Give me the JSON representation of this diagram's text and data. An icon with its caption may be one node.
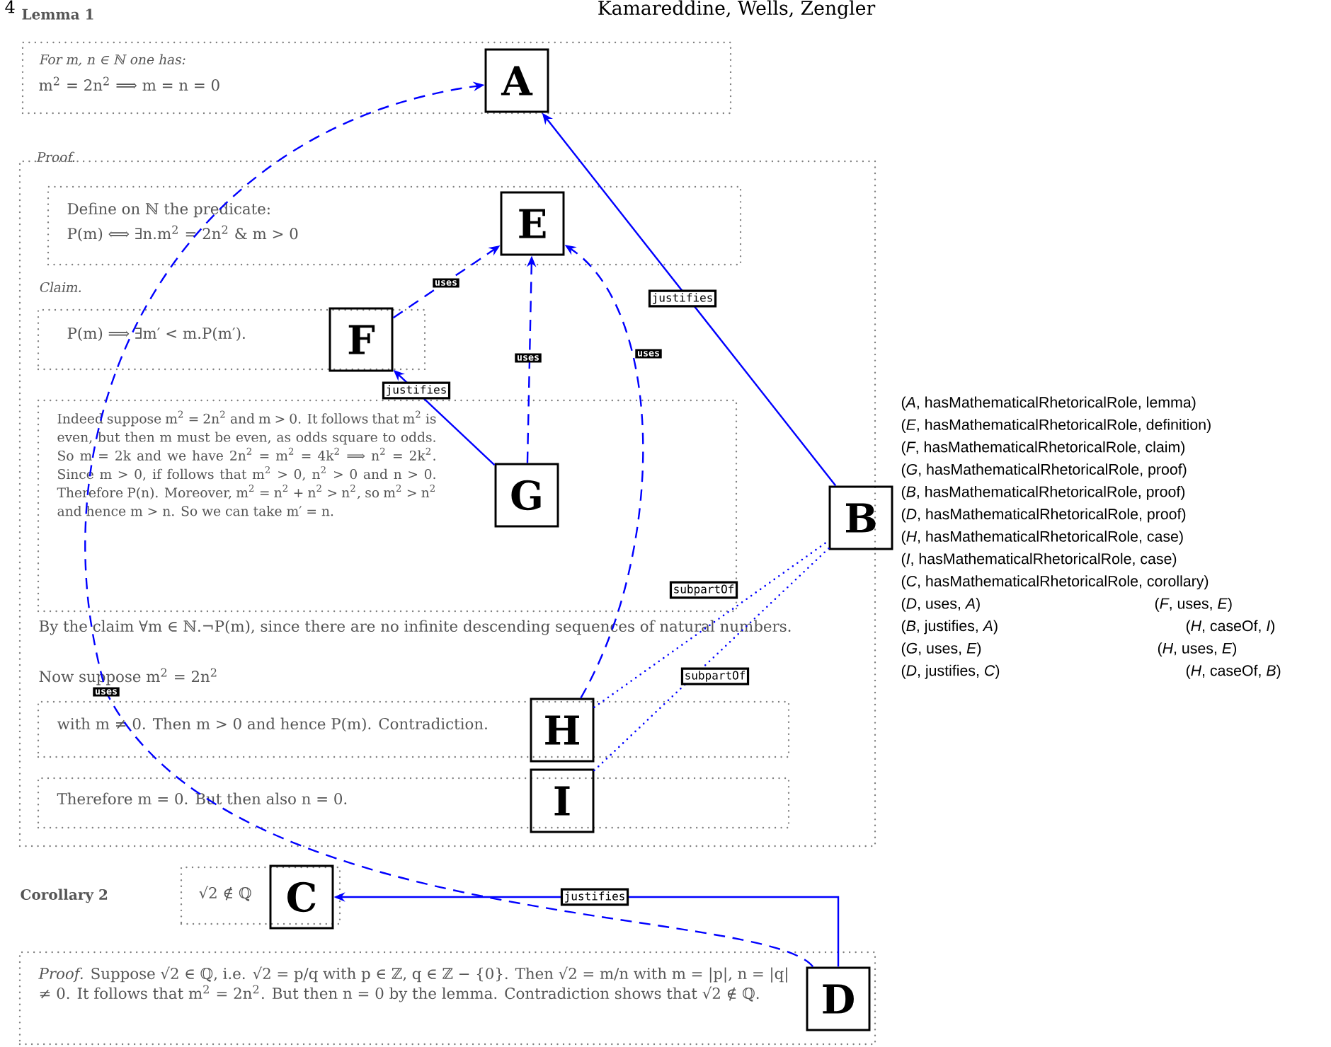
{
  "diagram": {
    "nodes": [
      {
        "text": [
          "Lemma 1",
          "For m, n ∈ ℕ one has:",
          "m$^{2}$ = 2n$^{2}$ ⟹ m = n = 0"
        ]
      },
      {
        "text": [
          "A"
        ],
        "in": 0
      },
      {
        "text": [
          "Proof.",
          "By the claim ∀m ∈ ℕ.¬P(m), since there are no infinite descending sequences of natural numbers.",
          "Now suppose m$^{2}$ = 2n$^{2}$"
        ]
      },
      {
        "text": [
          "Define on ℕ the predicate:",
          "P(m) ⟺ ∃n.m$^{2}$ = 2n$^{2}$ & m > 0"
        ],
        "in": 2
      },
      {
        "text": [
          "E"
        ],
        "in": 3
      },
      {
        "text": [
          "Claim.",
          "P(m) ⟹ ∃m′ < m.P(m′)."
        ],
        "in": 2
      },
      {
        "text": [
          "F"
        ],
        "in": 5
      },
      {
        "text": [
          "Indeed suppose m$^{2}$ = 2n$^{2}$ and m > 0. It follows that m$^{2}$ is even, but then m must be even, as odds square to odds. So m = 2k and we have 2n$^{2}$ = m$^{2}$ = 4k$^{2}$ ⟹ n$^{2}$ = 2k$^{2}$. Since m > 0, if follows that m$^{2}$ > 0, n$^{2}$ > 0 and n > 0. Therefore P(n). Moreover, m$^{2}$ = n$^{2}$ + n$^{2}$ > n$^{2}$, so m$^{2}$ > n$^{2}$ and hence m > n. So we can take m′ = n."
        ],
        "in": 2
      },
      {
        "text": [
          "G"
        ],
        "in": 7
      },
      {
        "text": [
          "with m ≠ 0. Then m > 0 and hence P(m). Contradiction."
        ],
        "in": 2
      },
      {
        "text": [
          "H"
        ],
        "in": 9
      },
      {
        "text": [
          "Therefore m = 0. But then also n = 0."
        ],
        "in": 2
      },
      {
        "text": [
          "I"
        ],
        "in": 11
      },
      {
        "text": [
          "B"
        ]
      },
      {
        "text": [
          "√2 ∉ ℚ"
        ]
      },
      {
        "text": [
          "C"
        ],
        "in": 14
      },
      {
        "text": [
          "*Proof.* Suppose √2 ∈ ℚ, i.e. √2 = p/q with p ∈ ℤ, q ∈ ℤ − {0}. Then √2 = m/n with m = |p|, n = |q| ≠ 0. It follows that m$^{2}$ = 2n$^{2}$. But then n = 0 by the lemma. Contradiction shows that √2 ∉ ℚ."
        ]
      },
      {
        "text": [
          "D"
        ],
        "in": 16
      }
    ],
    "edges": [
      {
        "from": 17,
        "to": 1,
        "arrow": "to",
        "label": "uses",
        "style": "dashed"
      },
      {
        "from": 13,
        "to": 1,
        "arrow": "to",
        "label": "justifies"
      },
      {
        "from": 8,
        "to": 4,
        "arrow": "to",
        "label": "uses",
        "style": "dashed"
      },
      {
        "from": 10,
        "to": 4,
        "arrow": "to",
        "label": "uses",
        "style": "dashed"
      },
      {
        "from": 6,
        "to": 4,
        "arrow": "to",
        "label": "uses",
        "style": "dashed"
      },
      {
        "from": 8,
        "to": 6,
        "arrow": "to",
        "label": "justifies"
      },
      {
        "from": 17,
        "to": 15,
        "arrow": "to",
        "label": "justifies"
      },
      {
        "from": 10,
        "to": 13,
        "arrow": "none",
        "label": "subpartOf",
        "style": "dashed"
      },
      {
        "from": 12,
        "to": 13,
        "arrow": "none",
        "label": "subpartOf",
        "style": "dashed"
      }
    ],
    "labels": [
      "4",
      "Kamareddine, Wells, Zengler",
      "(*A*, hasMathematicalRhetoricalRole, lemma)",
      "(*E*, hasMathematicalRhetoricalRole, definition)",
      "(*F*, hasMathematicalRhetoricalRole, claim)",
      "(*G*, hasMathematicalRhetoricalRole, proof)",
      "(*B*, hasMathematicalRhetoricalRole, proof)",
      "(*D*, hasMathematicalRhetoricalRole, proof)",
      "(*H*, hasMathematicalRhetoricalRole, case)",
      "(*I*, hasMathematicalRhetoricalRole, case)",
      "(*C*, hasMathematicalRhetoricalRole, corollary)",
      "(*D*, uses, *A*)",
      "(*F*, uses, *E*)",
      "(*B*, justifies, *A*)",
      "(*H*, caseOf, *I*)",
      "(*G*, uses, *E*)",
      "(*H*, uses, *E*)",
      "(*D*, justifies, *C*)",
      "(*H*, caseOf, *B*)",
      "Corollary 2"
    ]
  }
}
